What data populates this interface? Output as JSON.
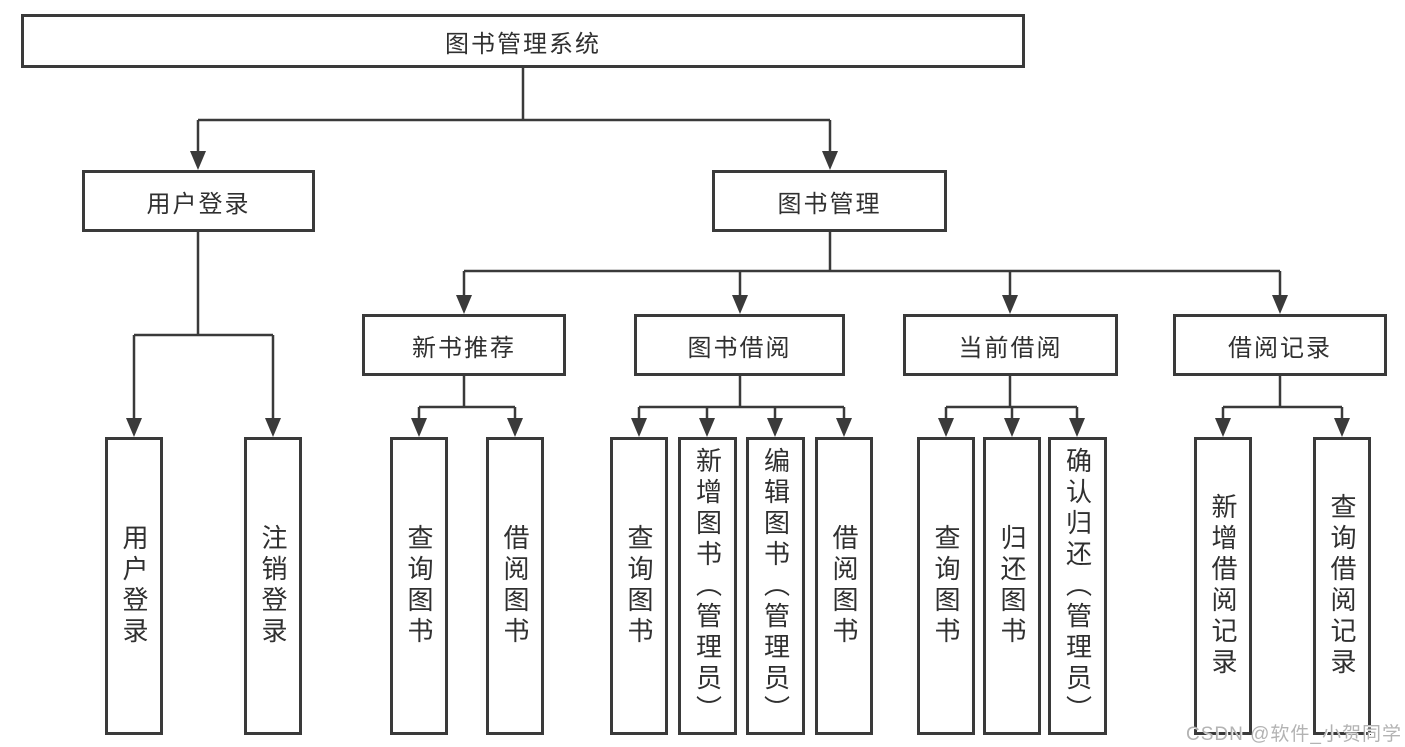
{
  "diagram": {
    "tree": {
      "label": "图书管理系统",
      "children": [
        {
          "label": "用户登录",
          "children": [
            {
              "label": "用户登录"
            },
            {
              "label": "注销登录"
            }
          ]
        },
        {
          "label": "图书管理",
          "children": [
            {
              "label": "新书推荐",
              "children": [
                {
                  "label": "查询图书"
                },
                {
                  "label": "借阅图书"
                }
              ]
            },
            {
              "label": "图书借阅",
              "children": [
                {
                  "label": "查询图书"
                },
                {
                  "label": "新增图书（管理员）"
                },
                {
                  "label": "编辑图书（管理员）"
                },
                {
                  "label": "借阅图书"
                }
              ]
            },
            {
              "label": "当前借阅",
              "children": [
                {
                  "label": "查询图书"
                },
                {
                  "label": "归还图书"
                },
                {
                  "label": "确认归还（管理员）"
                }
              ]
            },
            {
              "label": "借阅记录",
              "children": [
                {
                  "label": "新增借阅记录"
                },
                {
                  "label": "查询借阅记录"
                }
              ]
            }
          ]
        }
      ]
    }
  },
  "watermark": {
    "text": "CSDN @软件_小贺同学"
  },
  "colors": {
    "line": "#3a3a3a",
    "box_border": "#3a3a3a",
    "text": "#303030",
    "background": "#ffffff",
    "watermark": "#b3b3b3"
  }
}
